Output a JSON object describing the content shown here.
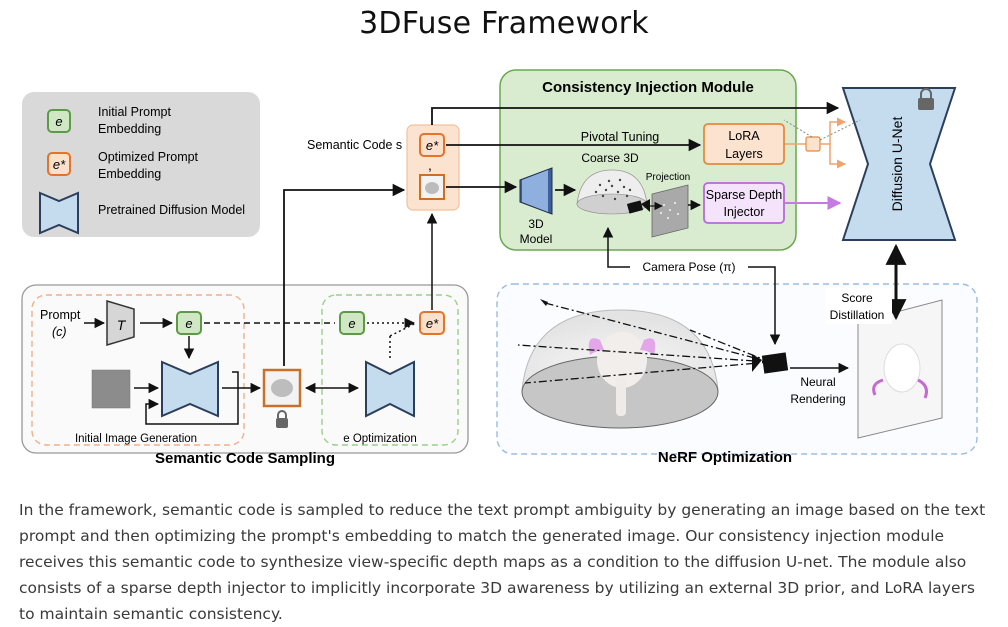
{
  "page_title": "3DFuse Framework",
  "legend": {
    "initial_embedding": "Initial Prompt Embedding",
    "optimized_embedding": "Optimized Prompt Embedding",
    "pretrained_model": "Pretrained Diffusion Model"
  },
  "symbols": {
    "e": "e",
    "e_star": "e*",
    "T": "T"
  },
  "modules": {
    "consistency": "Consistency Injection Module",
    "semantic_sampling": "Semantic Code Sampling",
    "nerf": "NeRF Optimization",
    "initial_image_generation": "Initial Image Generation",
    "e_optimization": "e Optimization"
  },
  "labels": {
    "semantic_code": "Semantic Code s",
    "prompt": "Prompt",
    "prompt_c": "(c)",
    "pivotal_tuning": "Pivotal Tuning",
    "lora": "LoRA Layers",
    "coarse_3d": "Coarse 3D",
    "projection": "Projection",
    "sparse_depth": "Sparse Depth Injector",
    "model_3d": "3D Model",
    "diffusion_unet": "Diffusion U-Net",
    "camera_pose": "Camera Pose (π)",
    "score_distillation": "Score Distillation",
    "neural_rendering": "Neural Rendering"
  },
  "caption": "In the framework, semantic code is sampled to reduce the text prompt ambiguity by generating an image based on the text prompt and then optimizing the prompt's embedding to match the generated image. Our consistency injection module receives this semantic code to synthesize view-specific depth maps as a condition to the diffusion U-net. The module also consists of a sparse depth injector to implicitly incorporate 3D awareness by utilizing an external 3D prior, and LoRA layers to maintain semantic consistency.",
  "colors": {
    "green_box": "#d9ecd0",
    "green_border": "#6aa84f",
    "blue_shape": "#c5dcef",
    "blue_border": "#2e4a6b",
    "orange_box": "#fbe3cf",
    "orange_border": "#e58a3b",
    "purple": "#b56ad6",
    "legend_bg": "#d8d8d8"
  }
}
